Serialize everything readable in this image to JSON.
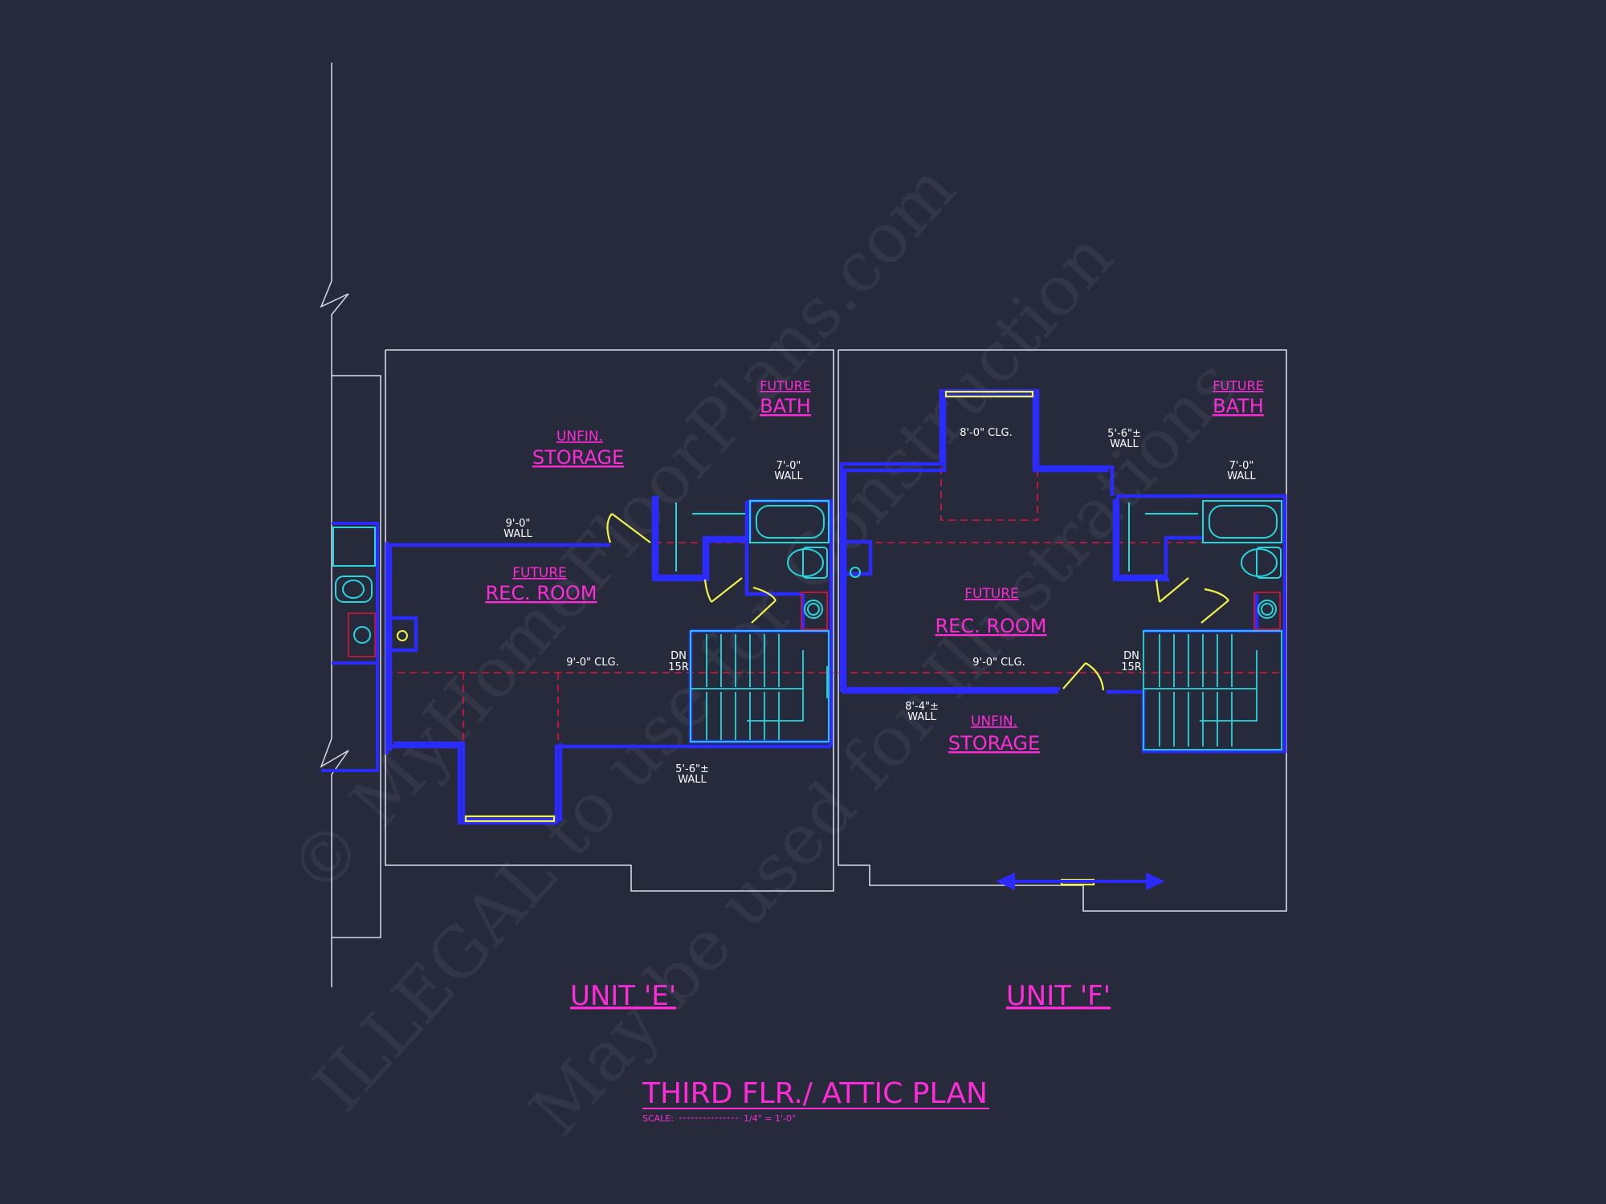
{
  "plan": {
    "title": "THIRD FLR./ ATTIC PLAN",
    "scale_label": "SCALE:",
    "scale_value": "1/4\" = 1'-0\"",
    "units": [
      {
        "name": "UNIT 'E'",
        "rooms": [
          {
            "line1": "UNFIN.",
            "line2": "STORAGE"
          },
          {
            "line1": "FUTURE",
            "line2": "BATH"
          },
          {
            "line1": "FUTURE",
            "line2": "REC. ROOM"
          }
        ],
        "notes": [
          {
            "line1": "7'-0\"",
            "line2": "WALL"
          },
          {
            "line1": "9'-0\"",
            "line2": "WALL"
          },
          {
            "line1": "9'-0\" CLG.",
            "line2": ""
          },
          {
            "line1": "DN",
            "line2": "15R"
          },
          {
            "line1": "5'-6\"±",
            "line2": "WALL"
          }
        ]
      },
      {
        "name": "UNIT 'F'",
        "rooms": [
          {
            "line1": "FUTURE",
            "line2": "BATH"
          },
          {
            "line1": "FUTURE",
            "line2": "REC. ROOM"
          },
          {
            "line1": "UNFIN.",
            "line2": "STORAGE"
          }
        ],
        "notes": [
          {
            "line1": "8'-0\" CLG.",
            "line2": ""
          },
          {
            "line1": "5'-6\"±",
            "line2": "WALL"
          },
          {
            "line1": "7'-0\"",
            "line2": "WALL"
          },
          {
            "line1": "9'-0\" CLG.",
            "line2": ""
          },
          {
            "line1": "DN",
            "line2": "15R"
          },
          {
            "line1": "8'-4\"±",
            "line2": "WALL"
          }
        ]
      }
    ]
  },
  "watermark": {
    "line1": "© MyHomeFloorPlans.com",
    "line2": "ILLEGAL to use for Construction",
    "line3": "May be used for Illustrations"
  },
  "colors": {
    "background": "#262a3b",
    "outline": "#d8dbe8",
    "wall": "#2b2bff",
    "fixture": "#27d6dc",
    "door": "#f2f24a",
    "hidden_line": "#e0143c",
    "label": "#ff2bd6"
  }
}
